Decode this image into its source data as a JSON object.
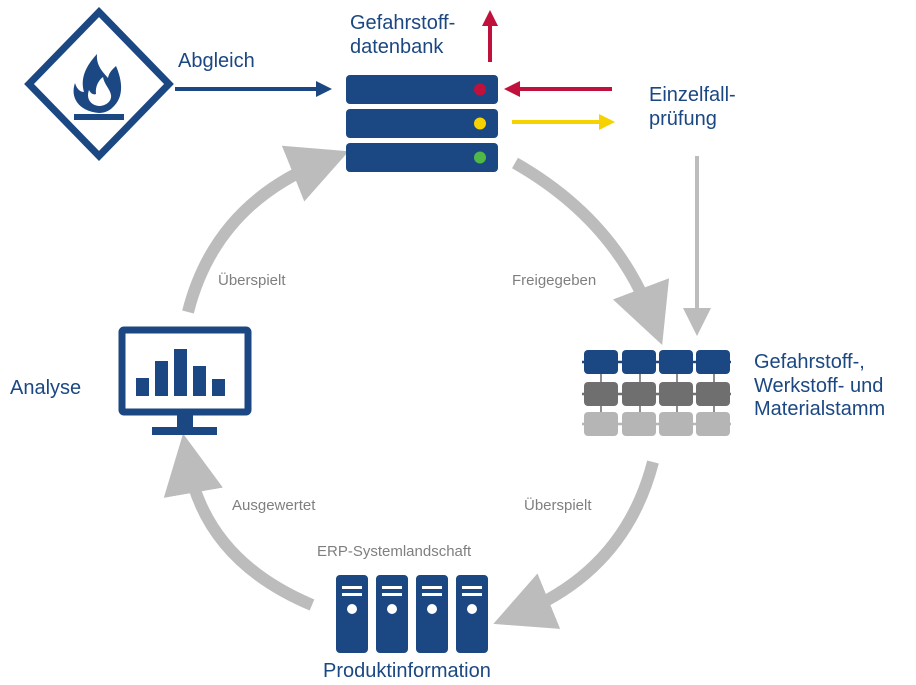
{
  "nodes": {
    "hazard": {
      "icon": "flammable-hazard-icon"
    },
    "database": {
      "line1": "Gefahrstoff-",
      "line2": "datenbank",
      "icon": "server-stack-icon"
    },
    "einzelfall": {
      "line1": "Einzelfall-",
      "line2": "prüfung"
    },
    "stamm": {
      "line1": "Gefahrstoff-,",
      "line2": "Werkstoff- und",
      "line3": "Materialstamm",
      "icon": "master-data-grid-icon"
    },
    "erp": {
      "caption": "ERP-Systemlandschaft",
      "title": "Produktinformation",
      "icon": "tower-servers-icon"
    },
    "analyse": {
      "title": "Analyse",
      "icon": "monitor-bar-chart-icon"
    }
  },
  "edges": {
    "abgleich": "Abgleich",
    "freigegeben": "Freigegeben",
    "ueberspielt_right": "Überspielt",
    "ausgewertet": "Ausgewertet",
    "ueberspielt_left": "Überspielt"
  },
  "status_lights": [
    "red",
    "yellow",
    "green"
  ],
  "colors": {
    "brand_blue": "#1b4782",
    "arrow_grey": "#bcbcbc",
    "red": "#c0103c",
    "yellow": "#f6d200",
    "green": "#4fb847",
    "grid_mid": "#6f6f6f",
    "grid_light": "#b5b5b5"
  }
}
